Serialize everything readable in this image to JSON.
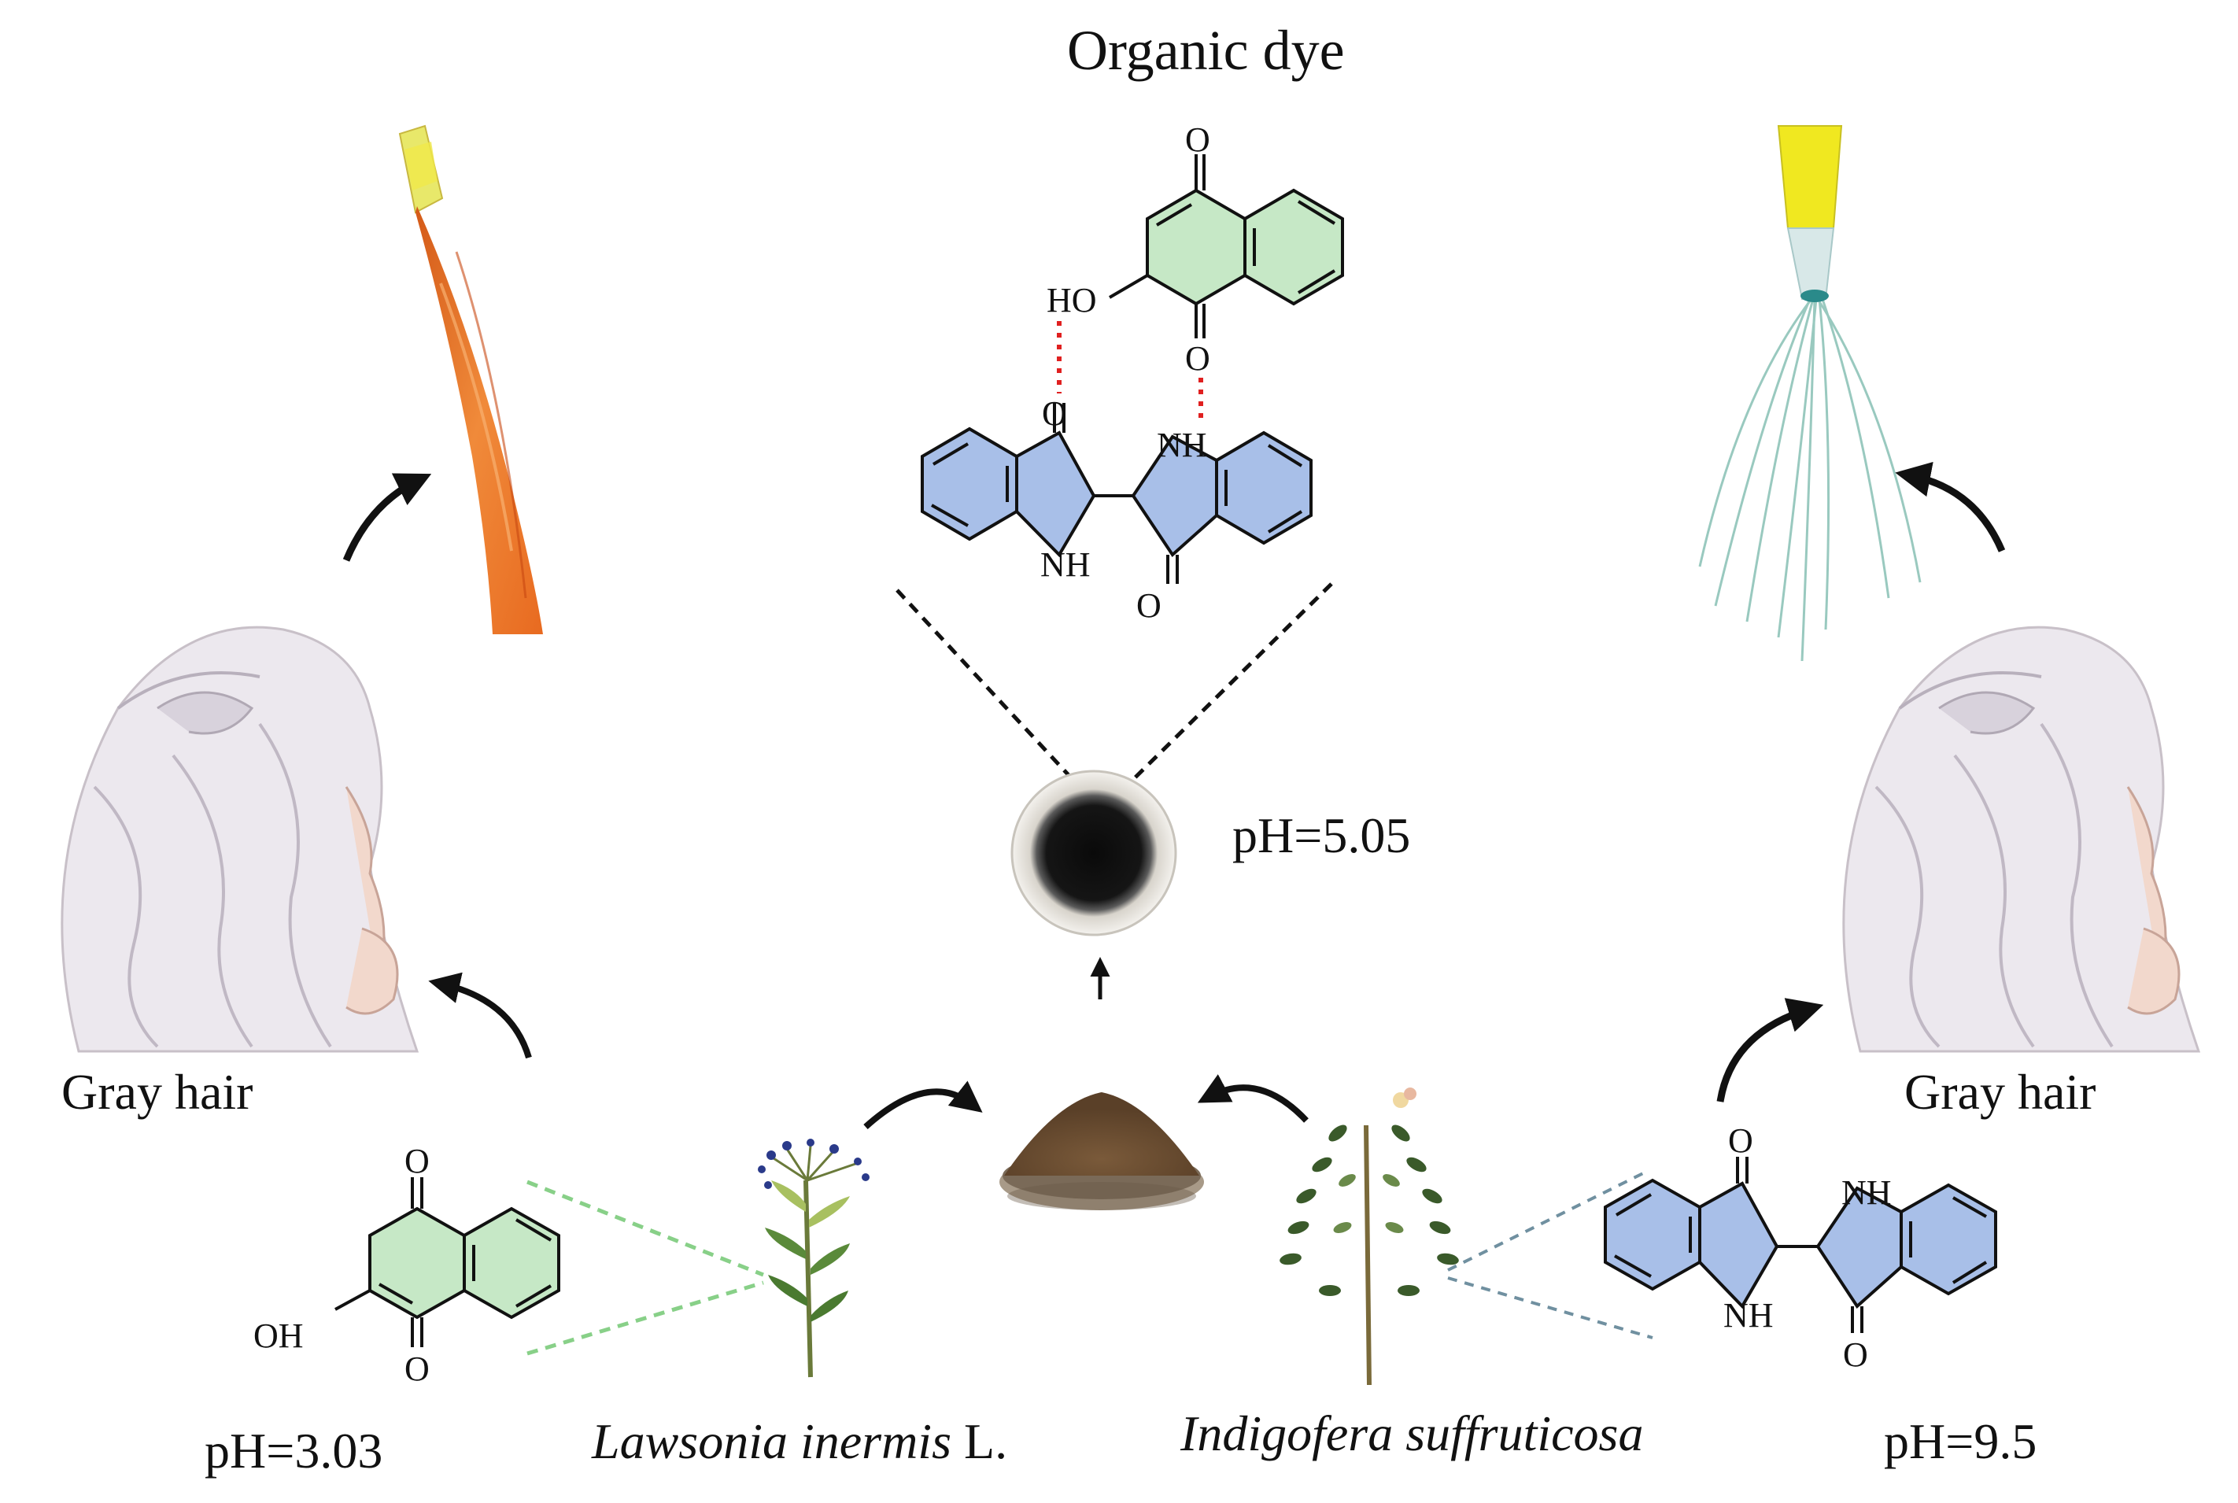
{
  "title": "Organic dye",
  "ph": {
    "center": "pH=5.05",
    "lawsone": "pH=3.03",
    "indigo": "pH=9.5"
  },
  "labels": {
    "gray_hair_left": "Gray hair",
    "gray_hair_right": "Gray hair"
  },
  "plants": {
    "lawsonia_genus_species": "Lawsonia inermis",
    "lawsonia_author": "L.",
    "indigofera": "Indigofera suffruticosa"
  },
  "atoms": {
    "O": "O",
    "HO": "HO",
    "OH": "OH",
    "NH": "NH"
  },
  "colors": {
    "lawsone_ring": "#c6e8c6",
    "indigo_ring": "#a8bfe8",
    "hbond": "#e02020",
    "henna_hair": "#e8742a",
    "indigo_hair": "#7fb8b0",
    "tube_yellow": "#f0e020",
    "green_dash": "#88d088",
    "blue_dash": "#7090a0"
  }
}
